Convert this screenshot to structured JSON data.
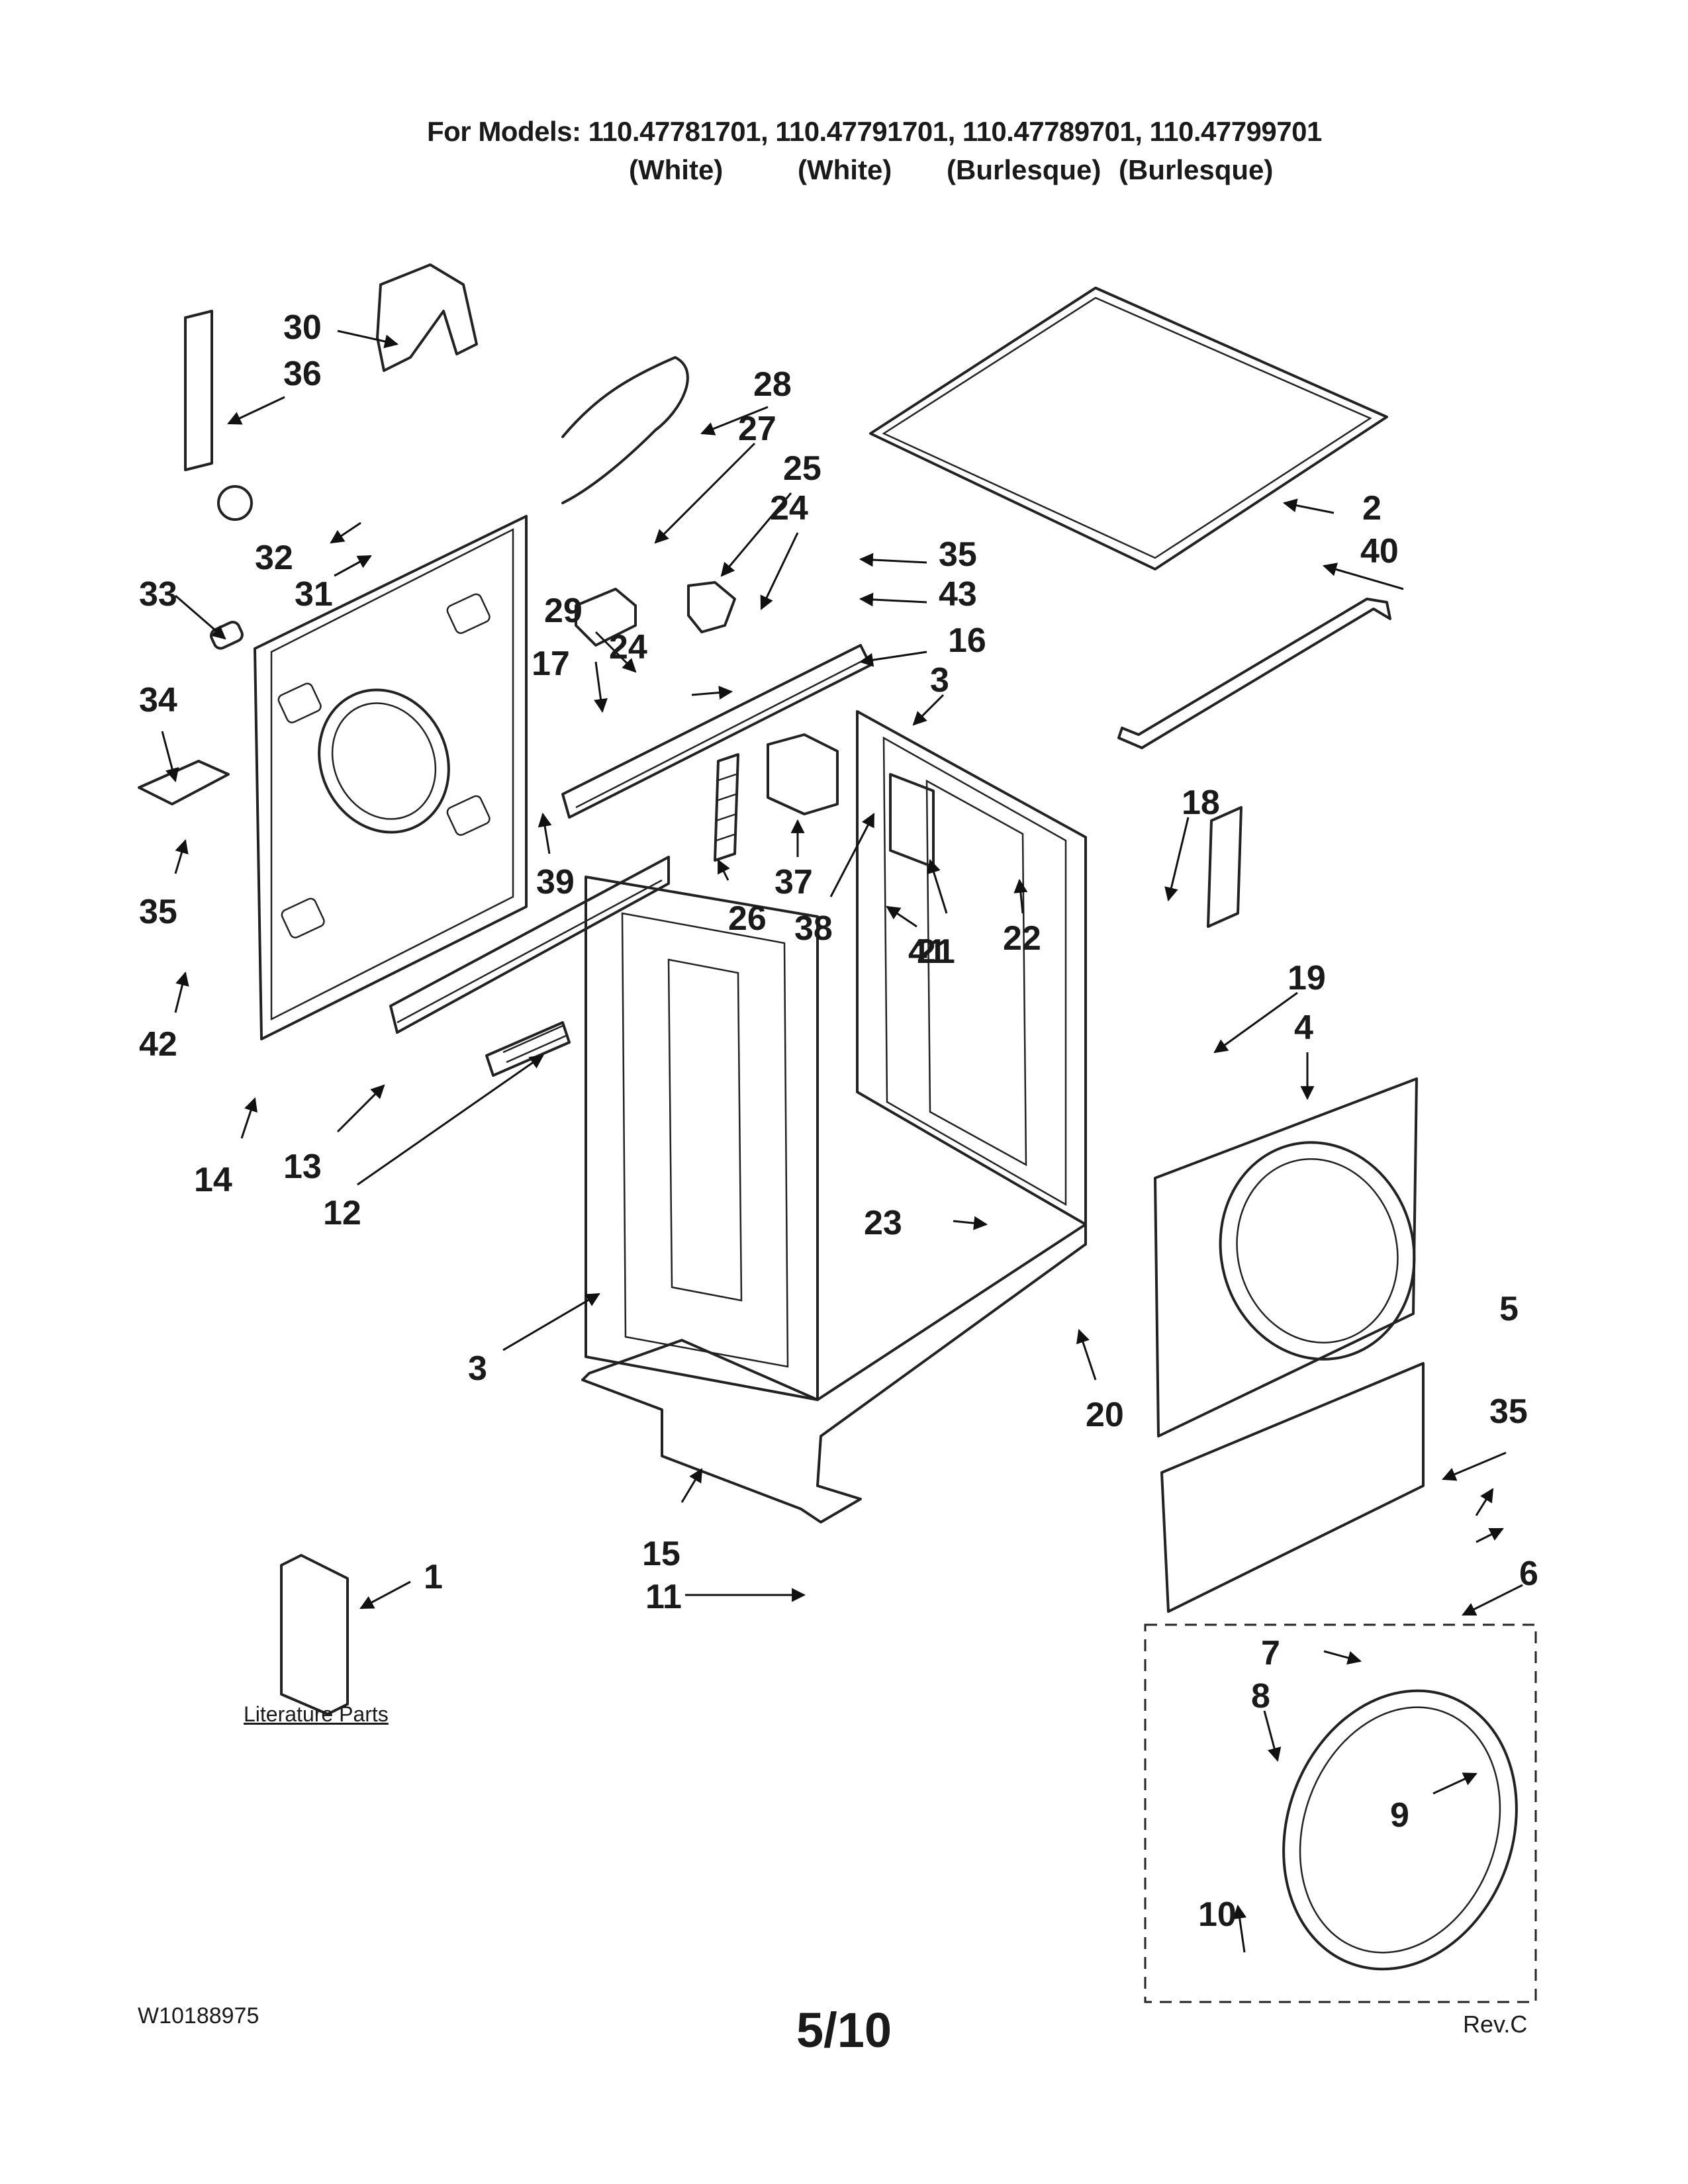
{
  "header": {
    "models": "For Models: 110.47781701, 110.47791701, 110.47789701, 110.47799701",
    "colors": [
      "(White)",
      "(White)",
      "(Burlesque)",
      "(Burlesque)"
    ]
  },
  "callouts": [
    "1",
    "2",
    "3",
    "3",
    "4",
    "5",
    "6",
    "7",
    "8",
    "9",
    "10",
    "11",
    "12",
    "13",
    "14",
    "15",
    "16",
    "17",
    "18",
    "19",
    "20",
    "21",
    "22",
    "23",
    "24",
    "24",
    "25",
    "26",
    "27",
    "28",
    "29",
    "30",
    "31",
    "32",
    "33",
    "34",
    "35",
    "35",
    "35",
    "36",
    "37",
    "38",
    "39",
    "40",
    "41",
    "42",
    "43"
  ],
  "literature_label": "Literature Parts",
  "footer": {
    "doc_number": "W10188975",
    "page": "5/10",
    "revision": "Rev.C"
  }
}
